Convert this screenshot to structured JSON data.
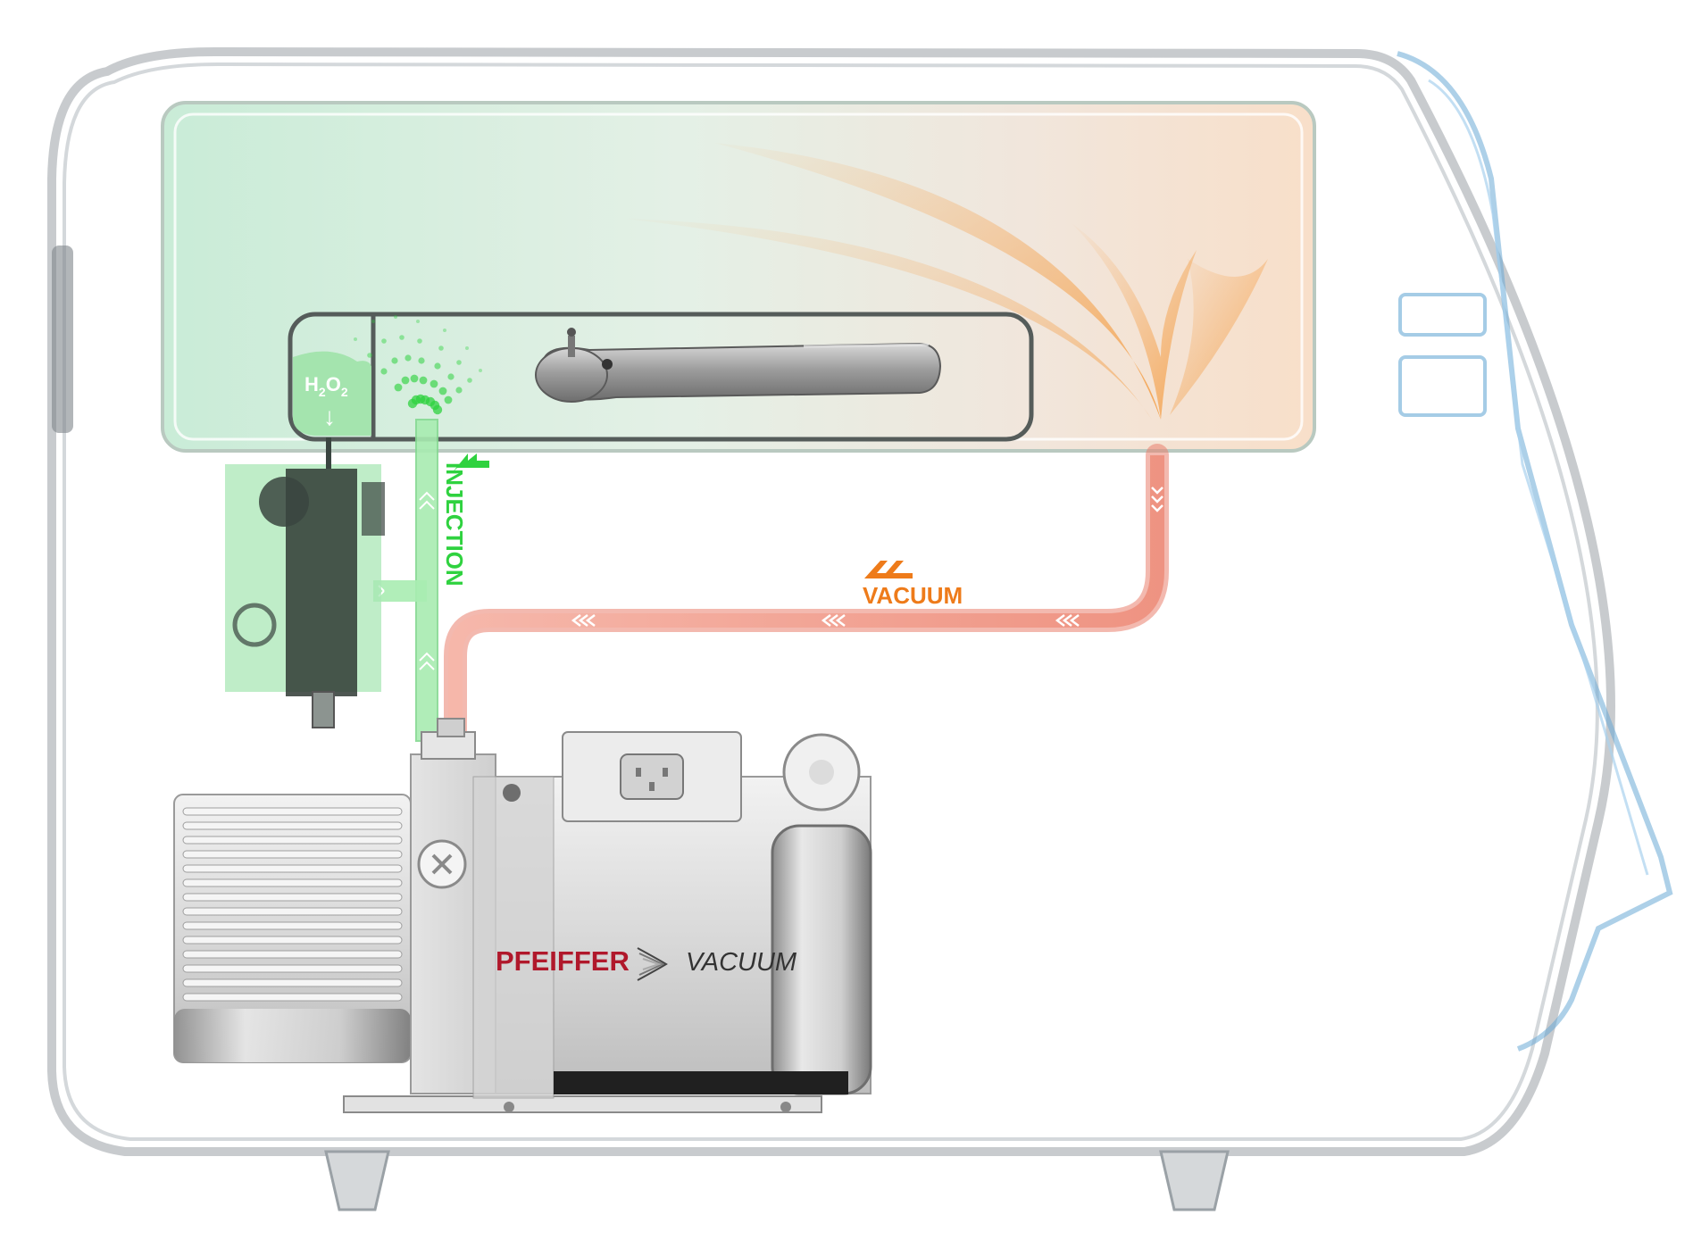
{
  "chamber": {
    "reservoir": {
      "formula_main_1": "H",
      "formula_sub_1": "2",
      "formula_main_2": "O",
      "formula_sub_2": "2",
      "arrow_glyph": "↓"
    }
  },
  "flows": {
    "injection_label": "INJECTION",
    "vacuum_label": "VACUUM"
  },
  "pump": {
    "brand_name": "PFEIFFER",
    "brand_suffix": "VACUUM"
  },
  "colors": {
    "injection": "#2fd23f",
    "vacuum": "#ee7b1a",
    "vacuum_hose": "#f2a79a",
    "brand_red": "#b0182b",
    "chamber_green": "#cfeedd",
    "chamber_peach": "#f6ddc9"
  }
}
